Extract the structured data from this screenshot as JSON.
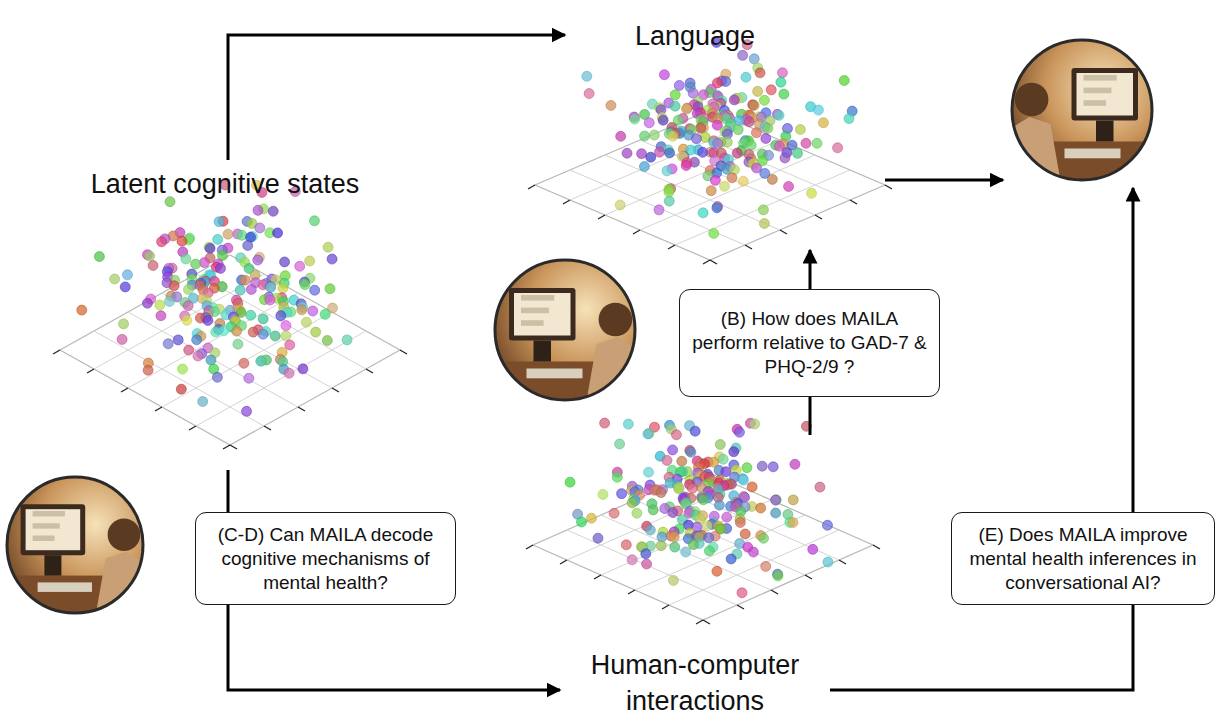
{
  "diagram": {
    "nodes": [
      {
        "text": [
          "Language"
        ]
      },
      {
        "text": [
          "Latent cognitive states"
        ]
      },
      {
        "text": [
          "(B) How does MAILA perform relative to GAD-7 & PHQ-2/9 ?"
        ]
      },
      {
        "text": [
          "(C-D) Can MAILA decode cognitive mechanisms of mental health?"
        ]
      },
      {
        "text": [
          "(E) Does MAILA improve mental health inferences in conversational AI?"
        ]
      },
      {
        "text": [
          "Human-computer interactions"
        ]
      }
    ],
    "edges": [
      {
        "from": 1,
        "to": 0,
        "arrow": "to"
      },
      {
        "from": 1,
        "to": 3,
        "arrow": "none"
      },
      {
        "from": 3,
        "to": 5,
        "arrow": "to"
      },
      {
        "from": 5,
        "to": 2,
        "arrow": "none"
      },
      {
        "from": 2,
        "to": 0,
        "arrow": "to"
      },
      {
        "from": 5,
        "to": 4,
        "arrow": "none"
      }
    ]
  }
}
